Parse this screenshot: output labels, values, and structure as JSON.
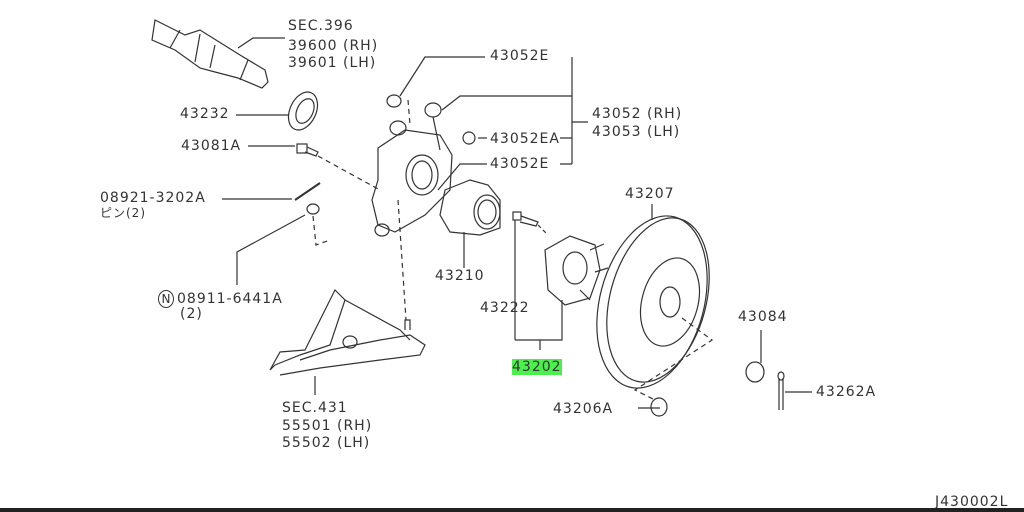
{
  "diagram": {
    "id": "J430002L",
    "highlighted_part": "43202",
    "highlight_color": "#4cf04c",
    "callouts": {
      "sec396": {
        "title": "SEC.396",
        "rh": "39600 (RH)",
        "lh": "39601 (LH)"
      },
      "p43052E_top": "43052E",
      "p43232": "43232",
      "p43052_rh": "43052 (RH)",
      "p43053_lh": "43053 (LH)",
      "p43081A": "43081A",
      "p43052EA": "43052EA",
      "p43052E_bottom": "43052E",
      "p43207": "43207",
      "p08921": "08921-3202A",
      "p08921_qty": "ピン(2)",
      "p43210": "43210",
      "p08911_symbol": "N",
      "p08911": "08911-6441A",
      "p08911_qty": "(2)",
      "p43222": "43222",
      "p43084": "43084",
      "p43202": "43202",
      "p43262A": "43262A",
      "sec431": {
        "title": "SEC.431",
        "rh": "55501 (RH)",
        "lh": "55502 (LH)"
      },
      "p43206A": "43206A"
    }
  }
}
